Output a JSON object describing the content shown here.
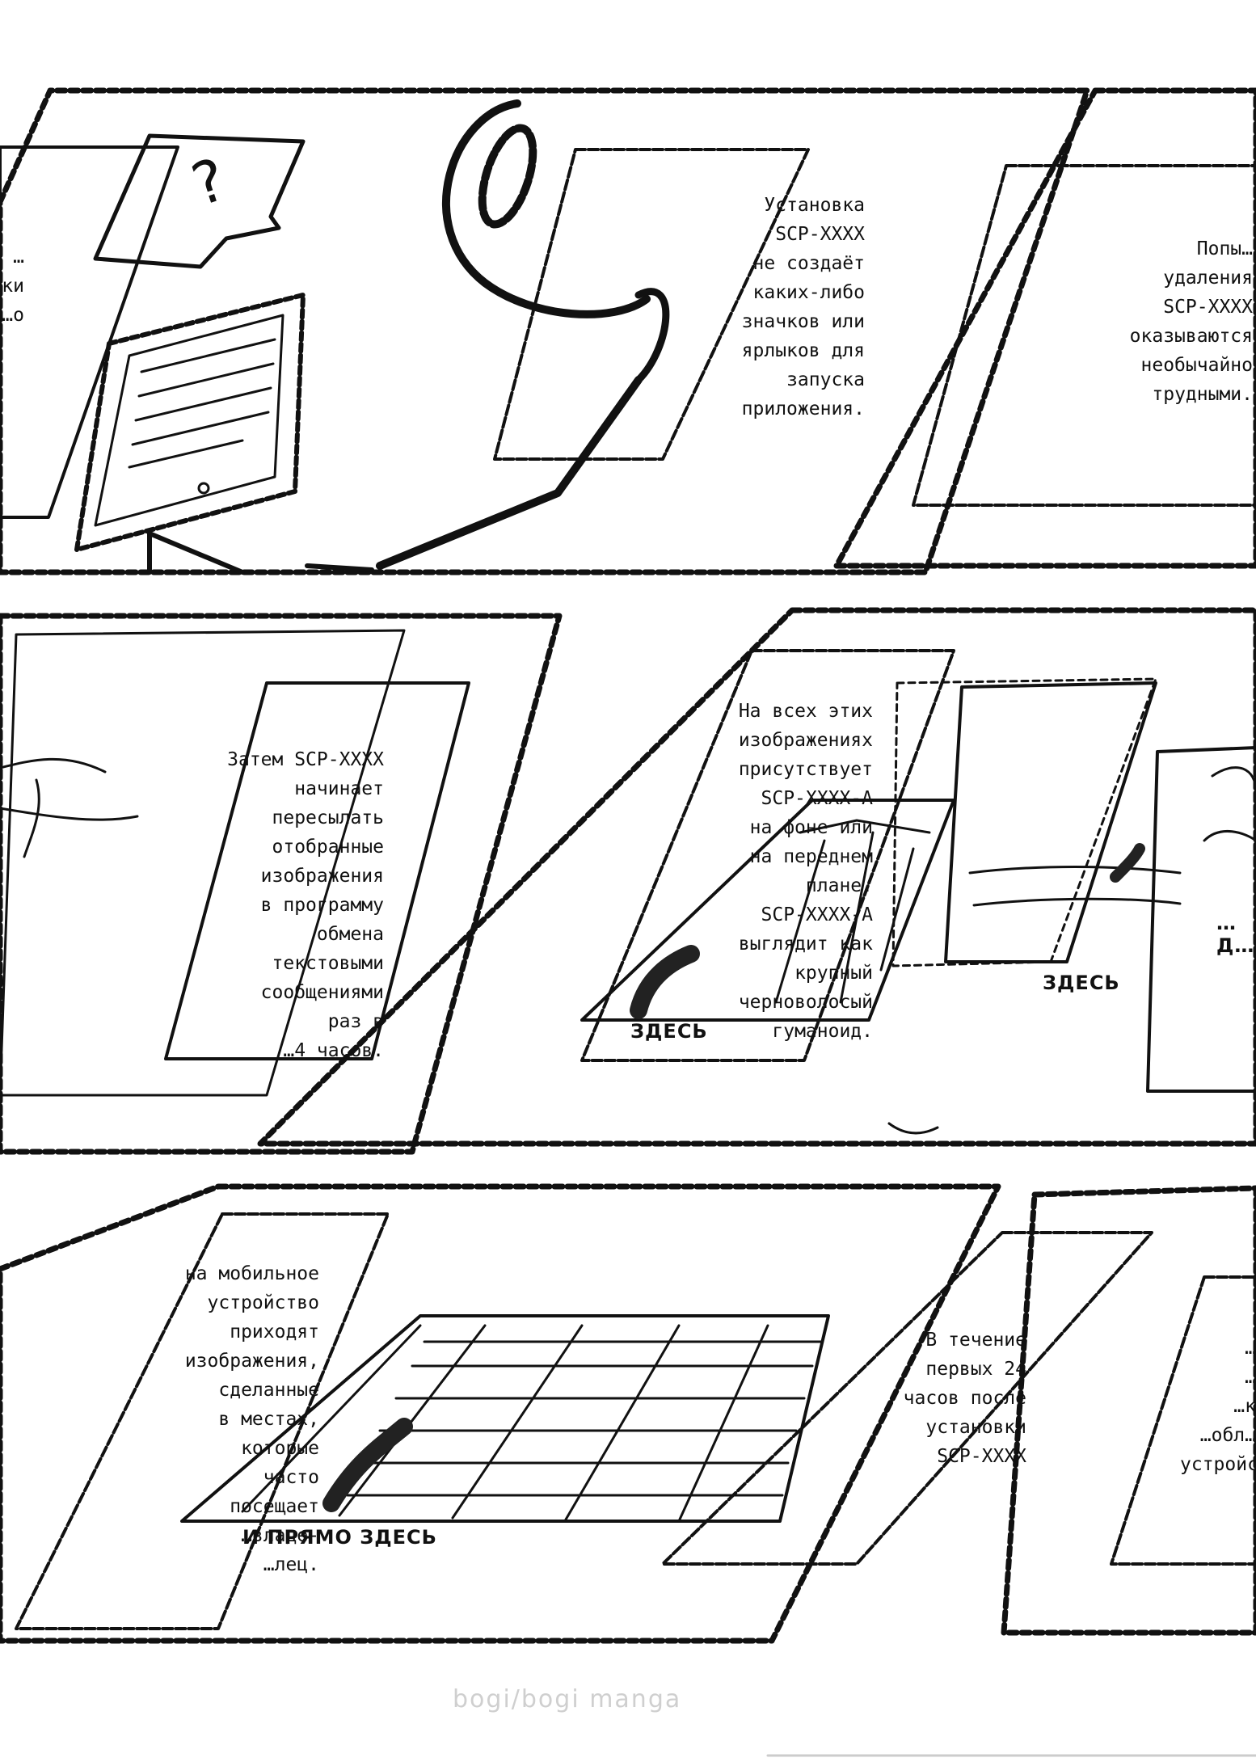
{
  "captions": {
    "p1_left_fragment": "…ки\n…о",
    "p1_install": "Установка\nSCP-XXXX\nне создаёт\nкаких-либо\nзначков или\nярлыков для\nзапуска\nприложения.",
    "p1_right": "Попы…\nудаления\nSCP-XXXX\nоказываются\nнеобычайно\nтрудными.",
    "p2_left": "Затем SCP-XXXX\nначинает\nпересылать\nотобранные\nизображения\nв программу\nобмена\nтекстовыми\nсообщениями\nраз в\n…4 часов.",
    "p2_mid": "На всех этих\nизображениях\nприсутствует\nSCP-XXXX-A\nна фоне или\nна переднем\nплане.\nSCP-XXXX-A\nвыглядит как\nкрупный\nчерноволосый\nгуманоид.",
    "p3_left": "на мобильное\nустройство\nприходят\nизображения,\nсделанные\nв местах,\nкоторые\nчасто\nпосещает\n…владе-\n…лец.",
    "p3_mid": "В течение\nпервых 24\nчасов после\nустановки\nSCP-XXXX",
    "p3_right": "…\n…\n…к\n…обл…\nустройс…"
  },
  "labels": {
    "here_a": "ЗДЕСЬ",
    "here_b": "ЗДЕСЬ",
    "here_c": "И ПРЯМО ЗДЕСЬ",
    "here_d": "…Д…"
  },
  "watermark": "bogi/bogi manga"
}
